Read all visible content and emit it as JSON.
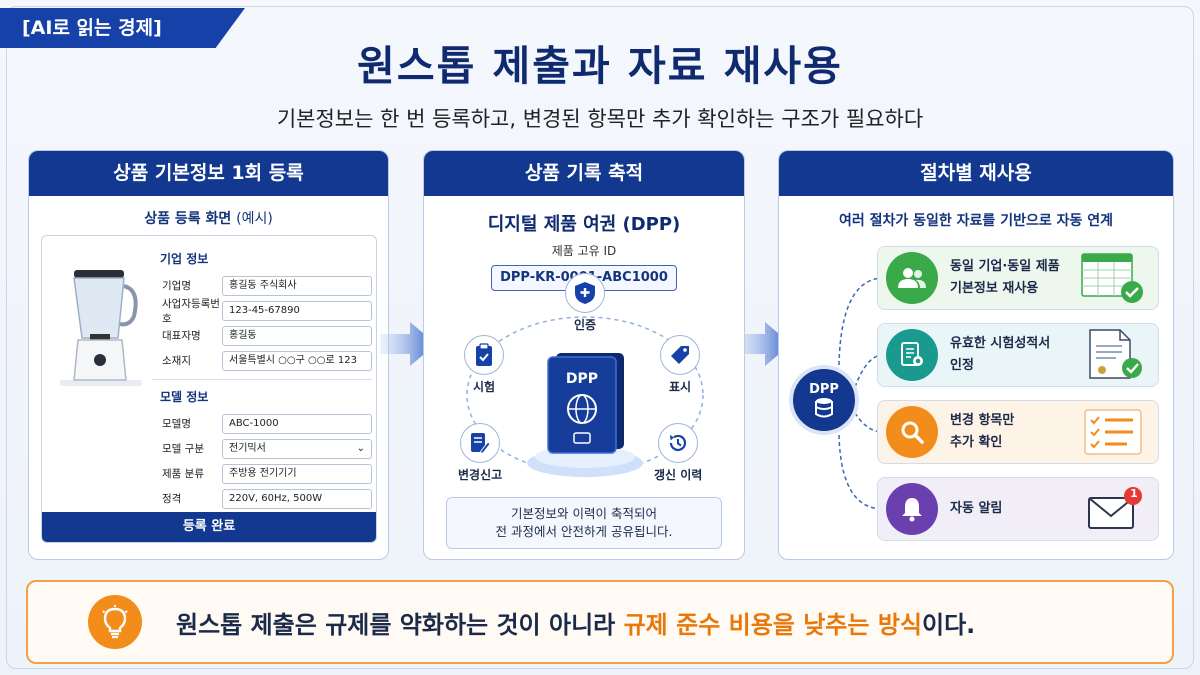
{
  "tag": "[AI로 읽는 경제]",
  "title": "원스톱 제출과 자료 재사용",
  "subtitle": "기본정보는 한 번 등록하고, 변경된 항목만 추가 확인하는 구조가 필요하다",
  "panel1": {
    "header": "상품 기본정보 1회 등록",
    "sub_title": "상품 등록 화면",
    "sub_note": "(예시)",
    "section_company": "기업 정보",
    "company_fields": [
      {
        "label": "기업명",
        "value": "홍길동 주식회사"
      },
      {
        "label": "사업자등록번호",
        "value": "123-45-67890"
      },
      {
        "label": "대표자명",
        "value": "홍길동"
      },
      {
        "label": "소재지",
        "value": "서울특별시 ○○구 ○○로 123"
      }
    ],
    "section_model": "모델 정보",
    "model_fields": [
      {
        "label": "모델명",
        "value": "ABC-1000"
      },
      {
        "label": "모델 구분",
        "value": "전기믹서"
      },
      {
        "label": "제품 분류",
        "value": "주방용 전기기기"
      },
      {
        "label": "정격",
        "value": "220V, 60Hz, 500W"
      }
    ],
    "submit": "등록 완료"
  },
  "panel2": {
    "header": "상품 기록 축적",
    "title": "디지털 제품 여권 (DPP)",
    "uid_label": "제품 고유 ID",
    "uid": "DPP-KR-0001-ABC1000",
    "passport_label": "DPP",
    "nodes": {
      "cert": "인증",
      "test": "시험",
      "label": "표시",
      "change": "변경신고",
      "renew": "갱신 이력"
    },
    "note_line1": "기본정보와 이력이 축적되어",
    "note_line2": "전 과정에서 안전하게 공유됩니다."
  },
  "panel3": {
    "header": "절차별 재사용",
    "sub": "여러 절차가 동일한 자료를 기반으로 자동 연계",
    "hub": "DPP",
    "cards": [
      {
        "line1": "동일 기업·동일 제품",
        "line2": "기본정보 재사용"
      },
      {
        "line1": "유효한 시험성적서",
        "line2": "인정"
      },
      {
        "line1": "변경 항목만",
        "line2": "추가 확인"
      },
      {
        "line1": "자동 알림",
        "line2": ""
      }
    ],
    "notification_count": "1"
  },
  "bottom": {
    "part1": "원스톱 제출",
    "part2": "은 규제를 약화하는 것이 아니라 ",
    "part3": "규제 준수 비용을 낮추는 방식",
    "part4": "이다."
  },
  "colors": {
    "navy": "#12388f",
    "orange": "#f28c1a",
    "green": "#3aa94a",
    "teal": "#1a9a8e",
    "purple": "#6a3fb0"
  }
}
